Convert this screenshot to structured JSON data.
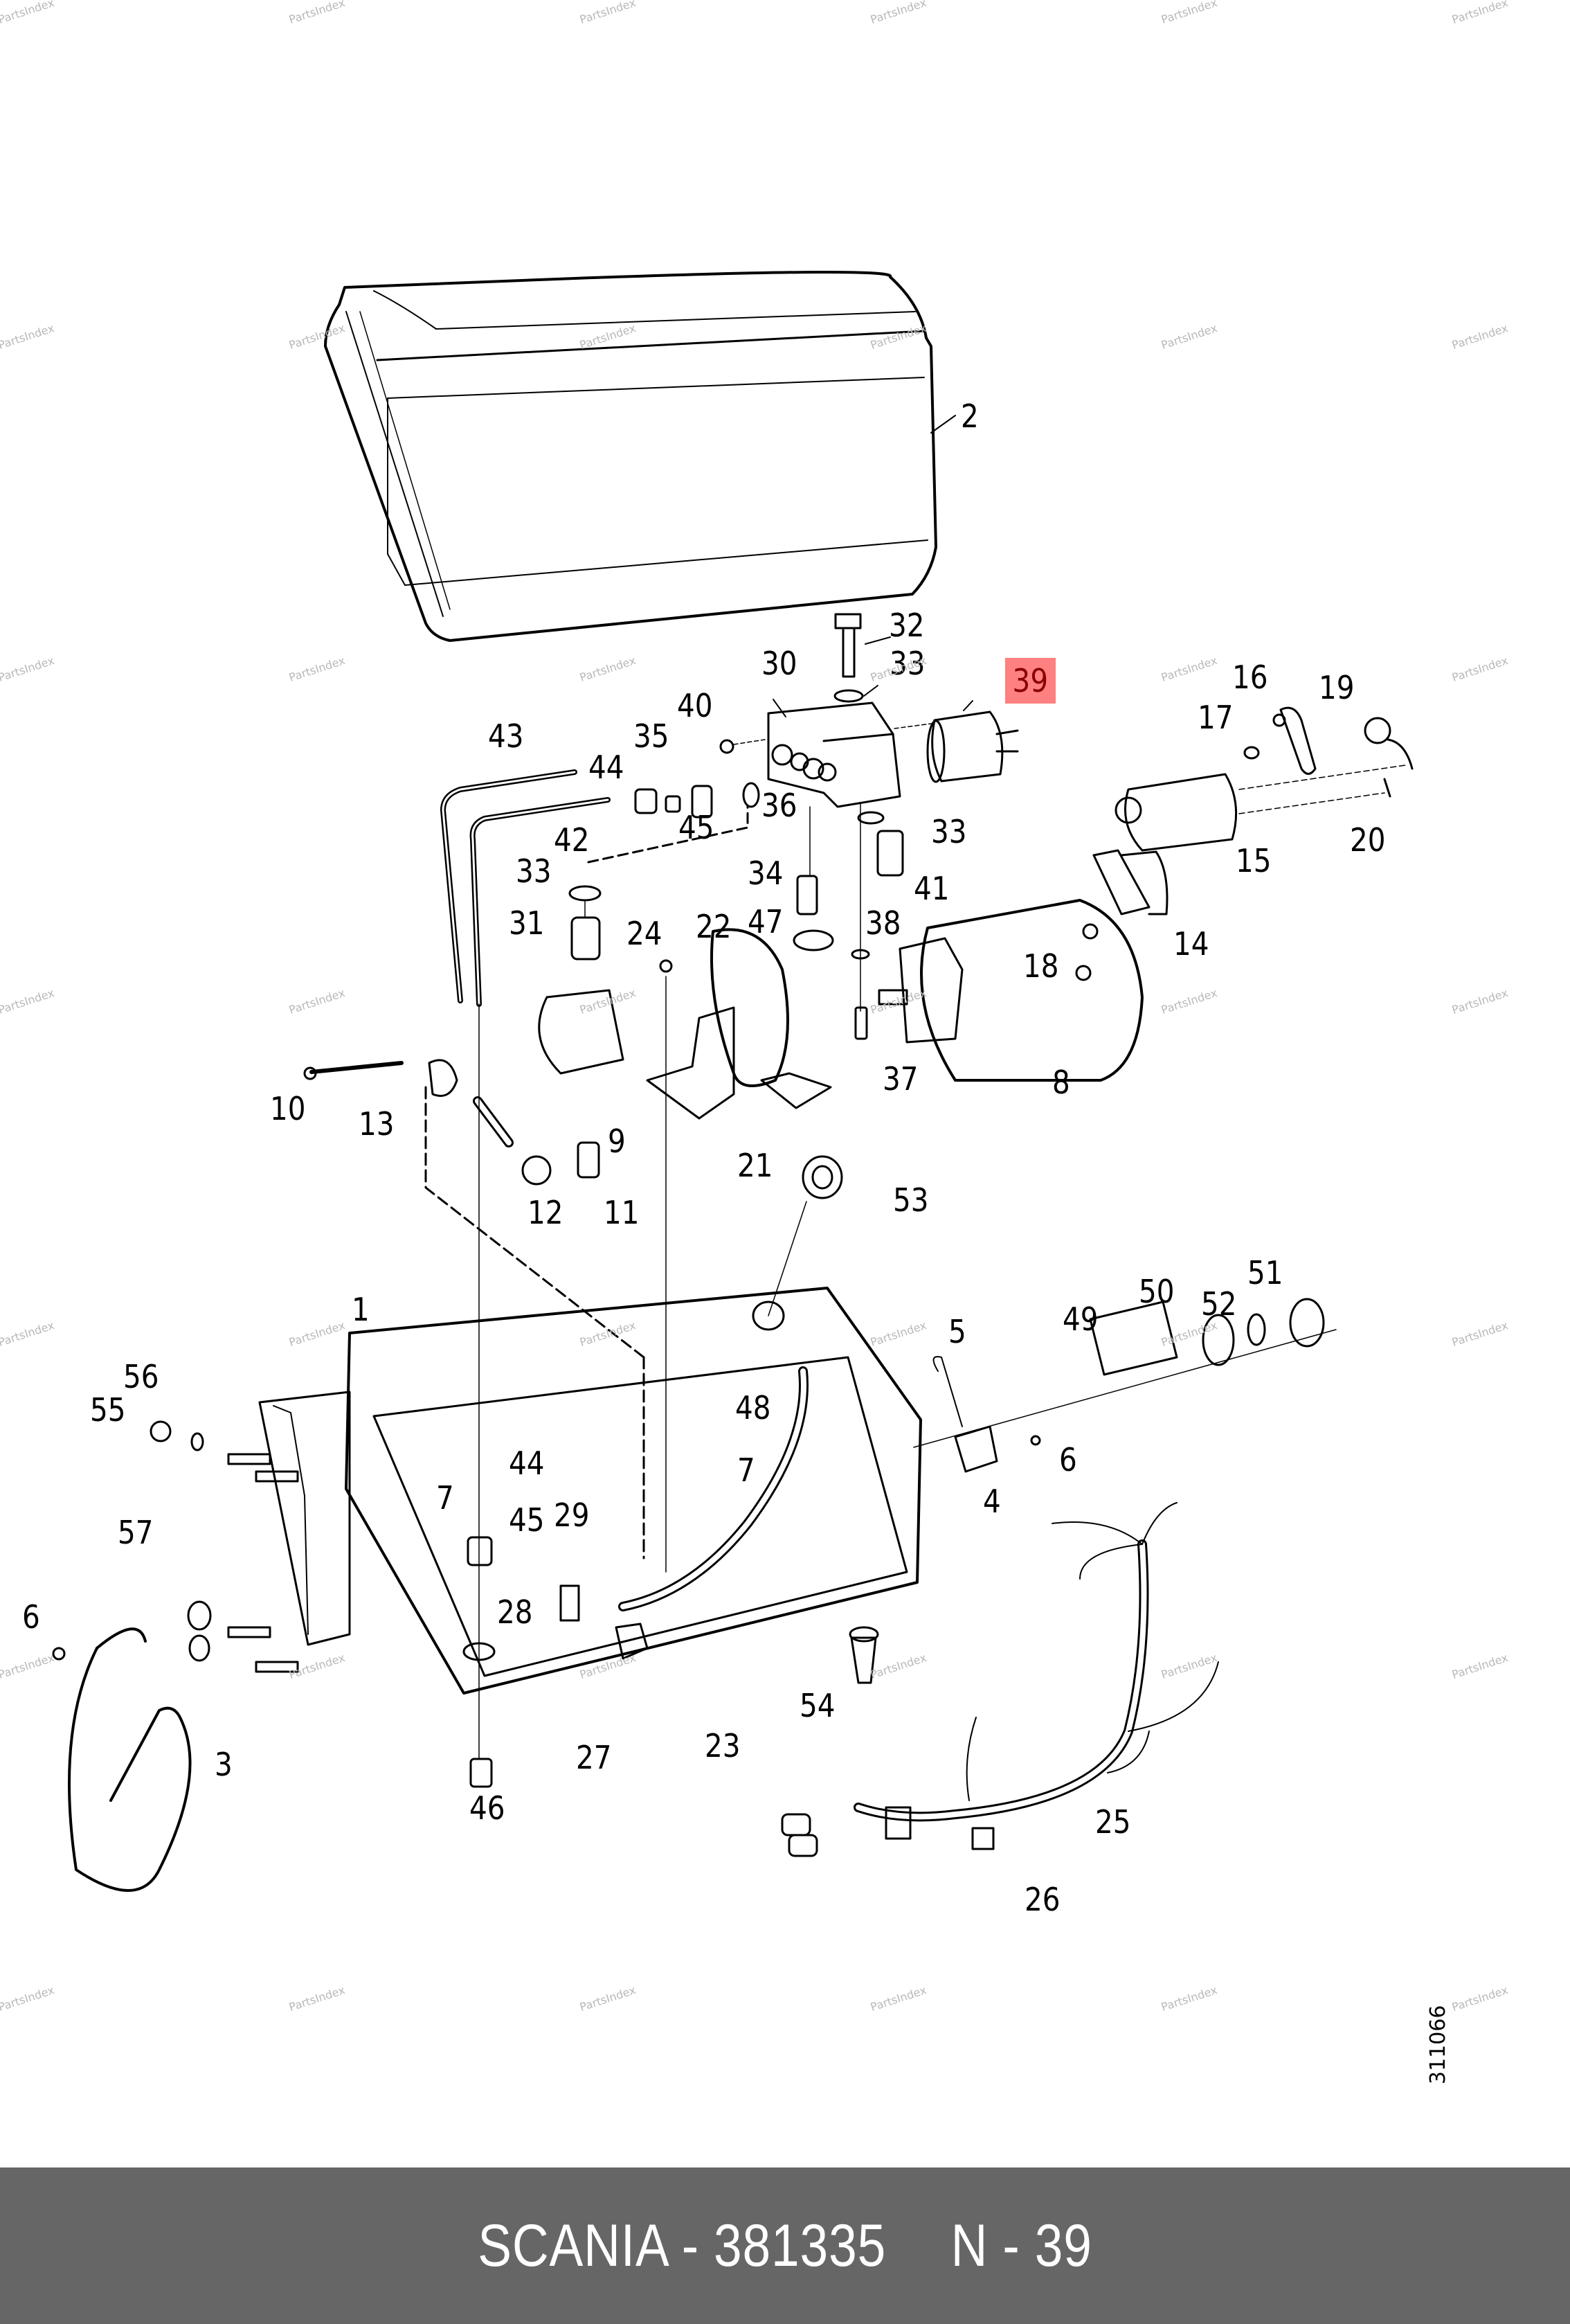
{
  "diagram": {
    "title": "Scania parts exploded view",
    "drawing_number": "311066",
    "highlighted_callout": "39",
    "highlight_color": "#ff8080",
    "highlight_text_color": "#8b0000",
    "watermark_text": "PartsIndex",
    "callouts": [
      {
        "id": "c2",
        "label": "2"
      },
      {
        "id": "c32",
        "label": "32"
      },
      {
        "id": "c30",
        "label": "30"
      },
      {
        "id": "c33a",
        "label": "33"
      },
      {
        "id": "c39",
        "label": "39"
      },
      {
        "id": "c16",
        "label": "16"
      },
      {
        "id": "c19",
        "label": "19"
      },
      {
        "id": "c17",
        "label": "17"
      },
      {
        "id": "c43",
        "label": "43"
      },
      {
        "id": "c40",
        "label": "40"
      },
      {
        "id": "c35",
        "label": "35"
      },
      {
        "id": "c44a",
        "label": "44"
      },
      {
        "id": "c36",
        "label": "36"
      },
      {
        "id": "c45a",
        "label": "45"
      },
      {
        "id": "c42",
        "label": "42"
      },
      {
        "id": "c33b",
        "label": "33"
      },
      {
        "id": "c15",
        "label": "15"
      },
      {
        "id": "c20",
        "label": "20"
      },
      {
        "id": "c33c",
        "label": "33"
      },
      {
        "id": "c34",
        "label": "34"
      },
      {
        "id": "c41",
        "label": "41"
      },
      {
        "id": "c31",
        "label": "31"
      },
      {
        "id": "c24",
        "label": "24"
      },
      {
        "id": "c22",
        "label": "22"
      },
      {
        "id": "c47",
        "label": "47"
      },
      {
        "id": "c38",
        "label": "38"
      },
      {
        "id": "c14",
        "label": "14"
      },
      {
        "id": "c18",
        "label": "18"
      },
      {
        "id": "c10",
        "label": "10"
      },
      {
        "id": "c13",
        "label": "13"
      },
      {
        "id": "c9",
        "label": "9"
      },
      {
        "id": "c37",
        "label": "37"
      },
      {
        "id": "c8",
        "label": "8"
      },
      {
        "id": "c21",
        "label": "21"
      },
      {
        "id": "c12",
        "label": "12"
      },
      {
        "id": "c11",
        "label": "11"
      },
      {
        "id": "c53",
        "label": "53"
      },
      {
        "id": "c1",
        "label": "1"
      },
      {
        "id": "c5",
        "label": "5"
      },
      {
        "id": "c49",
        "label": "49"
      },
      {
        "id": "c50",
        "label": "50"
      },
      {
        "id": "c51",
        "label": "51"
      },
      {
        "id": "c52",
        "label": "52"
      },
      {
        "id": "c56",
        "label": "56"
      },
      {
        "id": "c55",
        "label": "55"
      },
      {
        "id": "c48",
        "label": "48"
      },
      {
        "id": "c6a",
        "label": "6"
      },
      {
        "id": "c7a",
        "label": "7"
      },
      {
        "id": "c44b",
        "label": "44"
      },
      {
        "id": "c4",
        "label": "4"
      },
      {
        "id": "c7b",
        "label": "7"
      },
      {
        "id": "c29",
        "label": "29"
      },
      {
        "id": "c45b",
        "label": "45"
      },
      {
        "id": "c57",
        "label": "57"
      },
      {
        "id": "c28",
        "label": "28"
      },
      {
        "id": "c6b",
        "label": "6"
      },
      {
        "id": "c54",
        "label": "54"
      },
      {
        "id": "c3",
        "label": "3"
      },
      {
        "id": "c27",
        "label": "27"
      },
      {
        "id": "c23",
        "label": "23"
      },
      {
        "id": "c25",
        "label": "25"
      },
      {
        "id": "c46",
        "label": "46"
      },
      {
        "id": "c26",
        "label": "26"
      }
    ]
  },
  "footer": {
    "brand_part": "SCANIA - 381335",
    "position": "N - 39",
    "background": "#666666"
  }
}
